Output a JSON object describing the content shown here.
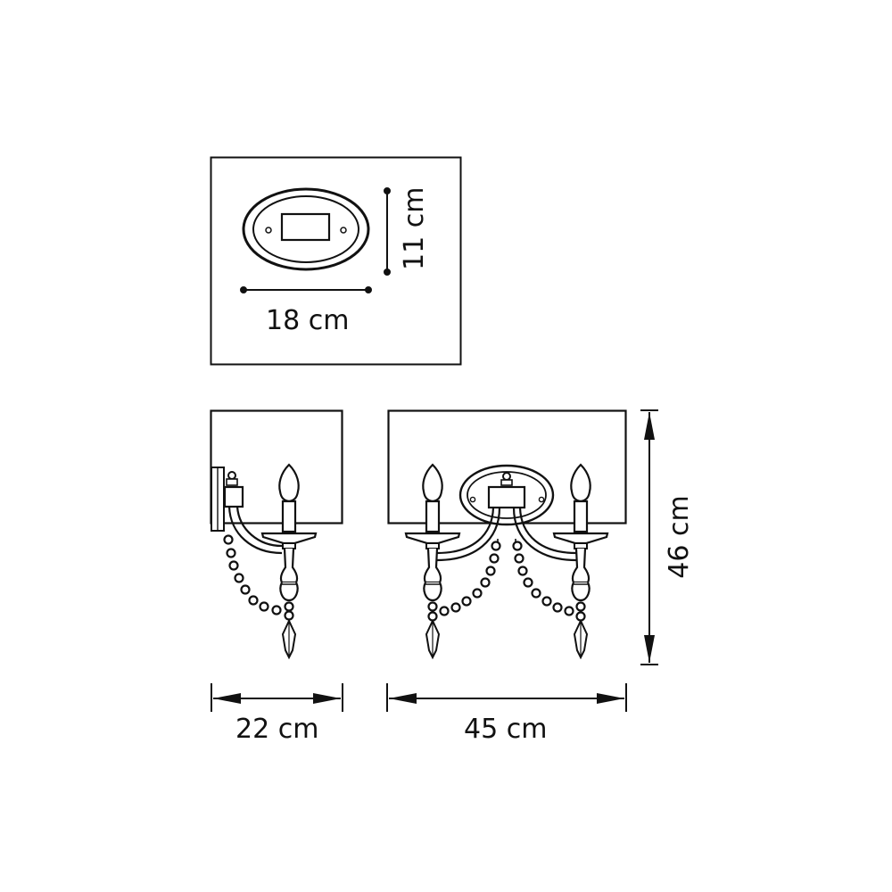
{
  "diagram": {
    "type": "technical-dimension-drawing",
    "subject": "two-arm wall sconce with shades and bead garlands",
    "colors": {
      "line": "#111111",
      "background": "#ffffff"
    },
    "views": {
      "mounting_plate": {
        "label_width": "18 cm",
        "label_height": "11 cm"
      },
      "side_view": {
        "label_width": "22 cm"
      },
      "front_view": {
        "label_width": "45 cm",
        "label_height": "46 cm"
      }
    }
  }
}
